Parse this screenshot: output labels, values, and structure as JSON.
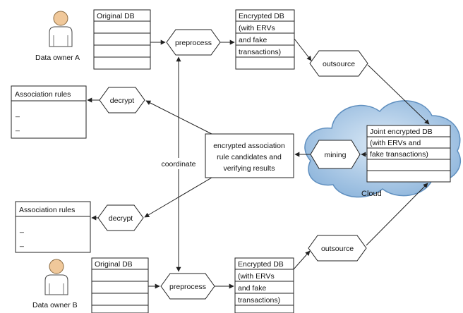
{
  "owners": {
    "a_label": "Data owner A",
    "b_label": "Data owner B"
  },
  "tables": {
    "original_a_title": "Original DB",
    "original_b_title": "Original DB",
    "encrypted_a_lines": [
      "Encrypted DB",
      "(with ERVs",
      "and fake",
      "transactions)"
    ],
    "encrypted_b_lines": [
      "Encrypted DB",
      "(with ERVs",
      "and fake",
      "transactions)"
    ],
    "joint_lines": [
      "Joint encrypted DB",
      "(with ERVs and",
      "fake transactions)"
    ]
  },
  "processes": {
    "preprocess_a": "preprocess",
    "preprocess_b": "preprocess",
    "outsource_a": "outsource",
    "outsource_b": "outsource",
    "decrypt_a": "decrypt",
    "decrypt_b": "decrypt",
    "mining": "mining"
  },
  "results": {
    "rules_a_title": "Association rules",
    "rules_b_title": "Association rules",
    "rules_a_items": [
      "_",
      "_"
    ],
    "rules_b_items": [
      "_",
      "_"
    ],
    "candidates_lines": [
      "encrypted association",
      "rule candidates and",
      "verifying results"
    ]
  },
  "labels": {
    "coordinate": "coordinate",
    "cloud": "Cloud"
  },
  "colors": {
    "cloud_fill": "#a9c8e6",
    "cloud_stroke": "#5f8fbf",
    "person_head": "#f0c89a",
    "person_body": "#ffffff",
    "line": "#222222"
  },
  "icons": {
    "owner_a": "person-icon",
    "owner_b": "person-icon"
  }
}
